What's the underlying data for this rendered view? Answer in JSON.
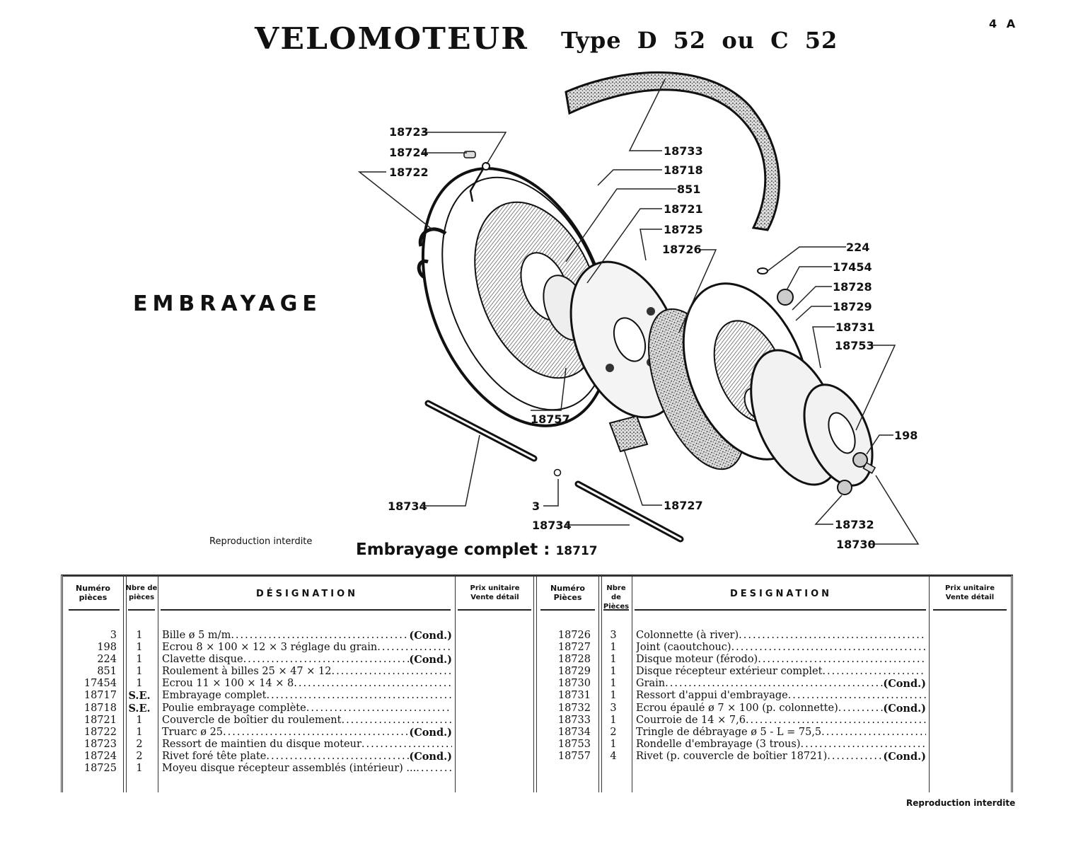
{
  "page": {
    "number": "4 A",
    "title": "VELOMOTEUR",
    "subtitle": "Type D 52 ou C 52",
    "section": "EMBRAYAGE",
    "reproduction_notice": "Reproduction interdite",
    "assembly_label": "Embrayage complet :",
    "assembly_number": "18717"
  },
  "diagram": {
    "callouts": [
      "18723",
      "18724",
      "18722",
      "18733",
      "18718",
      "851",
      "18721",
      "18725",
      "18726",
      "224",
      "17454",
      "18728",
      "18729",
      "18731",
      "18753",
      "198",
      "18757",
      "18734",
      "3",
      "18734",
      "18727",
      "18732",
      "18730"
    ]
  },
  "table": {
    "headers": {
      "numero": [
        "Numéro",
        "pièces"
      ],
      "nbre": [
        "Nbre de",
        "pièces"
      ],
      "designation": "DÉSIGNATION",
      "prix": [
        "Prix unitaire",
        "Vente détail"
      ],
      "numero_r": [
        "Numéro",
        "Pièces"
      ],
      "nbre_r": [
        "Nbre de",
        "Pièces"
      ],
      "designation_r": "DESIGNATION",
      "prix_r": [
        "Prix unitaire",
        "Vente détail"
      ]
    },
    "left_rows": [
      {
        "num": "3",
        "qty": "1",
        "desc": "Bille ø 5 m/m ",
        "cond": "(Cond.)"
      },
      {
        "num": "198",
        "qty": "1",
        "desc": "Ecrou 8 × 100 × 12 × 3 réglage du grain ",
        "cond": ""
      },
      {
        "num": "224",
        "qty": "1",
        "desc": "Clavette disque ",
        "cond": "(Cond.)"
      },
      {
        "num": "851",
        "qty": "1",
        "desc": "Roulement à billes 25 × 47 × 12 ",
        "cond": ""
      },
      {
        "num": "17454",
        "qty": "1",
        "desc": "Ecrou 11 × 100 × 14 × 8 ",
        "cond": ""
      },
      {
        "num": "18717",
        "qty": "S.E.",
        "desc": "Embrayage complet ",
        "cond": ""
      },
      {
        "num": "18718",
        "qty": "S.E.",
        "desc": "Poulie embrayage complète",
        "cond": ""
      },
      {
        "num": "18721",
        "qty": "1",
        "desc": "Couvercle de boîtier du roulement",
        "cond": ""
      },
      {
        "num": "18722",
        "qty": "1",
        "desc": "Truarc ø 25 ",
        "cond": "(Cond.)"
      },
      {
        "num": "18723",
        "qty": "2",
        "desc": "Ressort de maintien du disque moteur ",
        "cond": ""
      },
      {
        "num": "18724",
        "qty": "2",
        "desc": "Rivet foré tête plate ",
        "cond": "(Cond.)"
      },
      {
        "num": "18725",
        "qty": "1",
        "desc": "Moyeu disque récepteur assemblés (intérieur) ...",
        "cond": ""
      }
    ],
    "right_rows": [
      {
        "num": "18726",
        "qty": "3",
        "desc": "Colonnette (à river) ",
        "cond": ""
      },
      {
        "num": "18727",
        "qty": "1",
        "desc": "Joint (caoutchouc)",
        "cond": ""
      },
      {
        "num": "18728",
        "qty": "1",
        "desc": "Disque moteur (férodo) ",
        "cond": ""
      },
      {
        "num": "18729",
        "qty": "1",
        "desc": "Disque récepteur extérieur complet",
        "cond": ""
      },
      {
        "num": "18730",
        "qty": "1",
        "desc": "Grain",
        "cond": "(Cond.)"
      },
      {
        "num": "18731",
        "qty": "1",
        "desc": "Ressort d'appui d'embrayage",
        "cond": ""
      },
      {
        "num": "18732",
        "qty": "3",
        "desc": "Ecrou épaulé ø 7 × 100 (p. colonnette)",
        "cond": "(Cond.)"
      },
      {
        "num": "18733",
        "qty": "1",
        "desc": "Courroie de 14 × 7,6",
        "cond": ""
      },
      {
        "num": "18734",
        "qty": "2",
        "desc": "Tringle de débrayage ø 5 - L = 75,5 ",
        "cond": ""
      },
      {
        "num": "18753",
        "qty": "1",
        "desc": "Rondelle d'embrayage (3 trous)",
        "cond": ""
      },
      {
        "num": "18757",
        "qty": "4",
        "desc": "Rivet (p. couvercle de boîtier 18721)",
        "cond": "(Cond.)"
      }
    ]
  }
}
